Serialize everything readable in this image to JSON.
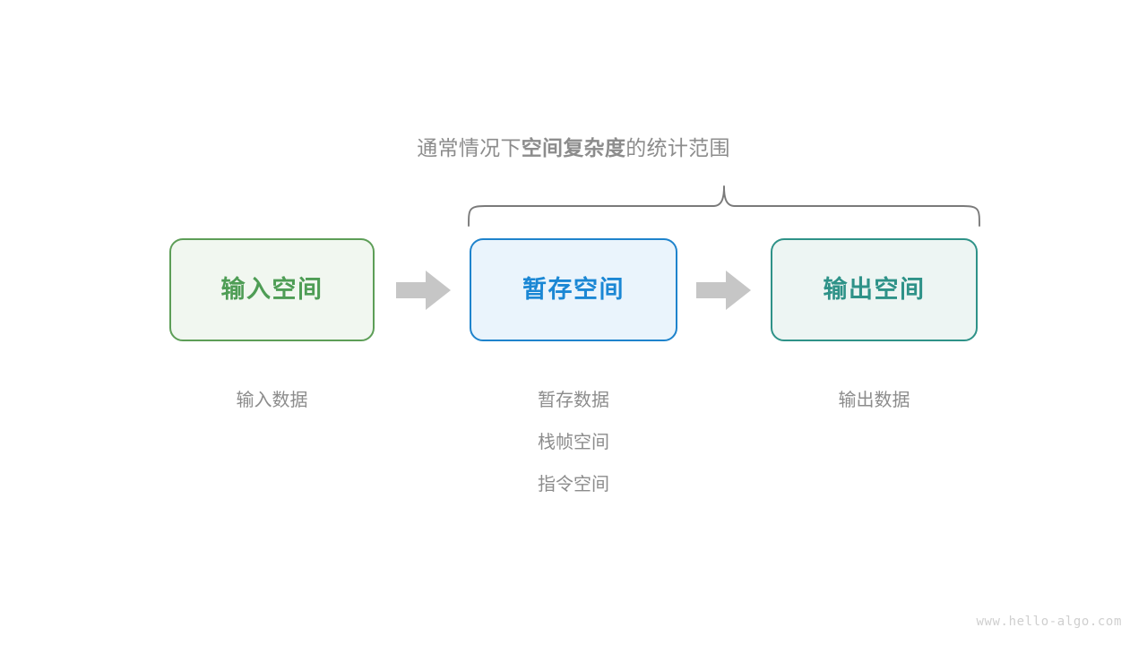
{
  "scope_title": {
    "prefix": "通常情况下",
    "emphasis": "空间复杂度",
    "suffix": "的统计范围"
  },
  "brace": {
    "name": "curly-brace-spanning-temp-and-output",
    "color": "#7a7a7a"
  },
  "boxes": [
    {
      "id": "input",
      "label": "输入空间",
      "fill": "#f1f7f0",
      "border": "#5d9e57",
      "text_color": "#4e9d55"
    },
    {
      "id": "temp",
      "label": "暂存空间",
      "fill": "#eaf4fc",
      "border": "#1e83cc",
      "text_color": "#1b87d4"
    },
    {
      "id": "output",
      "label": "输出空间",
      "fill": "#edf5f3",
      "border": "#2e9288",
      "text_color": "#2e9288"
    }
  ],
  "arrows": [
    {
      "id": "input-to-temp",
      "color": "#c6c6c6"
    },
    {
      "id": "temp-to-output",
      "color": "#c6c6c6"
    }
  ],
  "captions": {
    "input": [
      "输入数据"
    ],
    "temp": [
      "暂存数据",
      "栈帧空间",
      "指令空间"
    ],
    "output": [
      "输出数据"
    ]
  },
  "watermark": "www.hello-algo.com",
  "palette": {
    "background": "#ffffff",
    "caption_gray": "#8c8c8c",
    "watermark_gray": "#cfcfcf"
  }
}
